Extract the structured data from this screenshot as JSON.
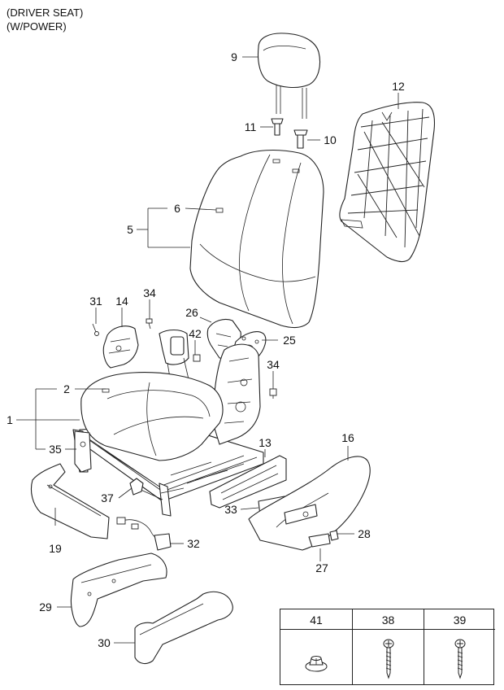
{
  "header": {
    "line1": "(DRIVER SEAT)",
    "line2": "(W/POWER)"
  },
  "labels": {
    "p1": "1",
    "p2": "2",
    "p5": "5",
    "p6": "6",
    "p9": "9",
    "p10": "10",
    "p11": "11",
    "p12": "12",
    "p13": "13",
    "p14": "14",
    "p16": "16",
    "p19": "19",
    "p25": "25",
    "p26": "26",
    "p27": "27",
    "p28": "28",
    "p29": "29",
    "p30": "30",
    "p31": "31",
    "p32": "32",
    "p33": "33",
    "p34a": "34",
    "p34b": "34",
    "p35": "35",
    "p37": "37",
    "p42": "42"
  },
  "legend": {
    "items": [
      {
        "number": "41",
        "icon": "flange-nut-icon"
      },
      {
        "number": "38",
        "icon": "screw-icon"
      },
      {
        "number": "39",
        "icon": "screw-icon"
      }
    ]
  }
}
